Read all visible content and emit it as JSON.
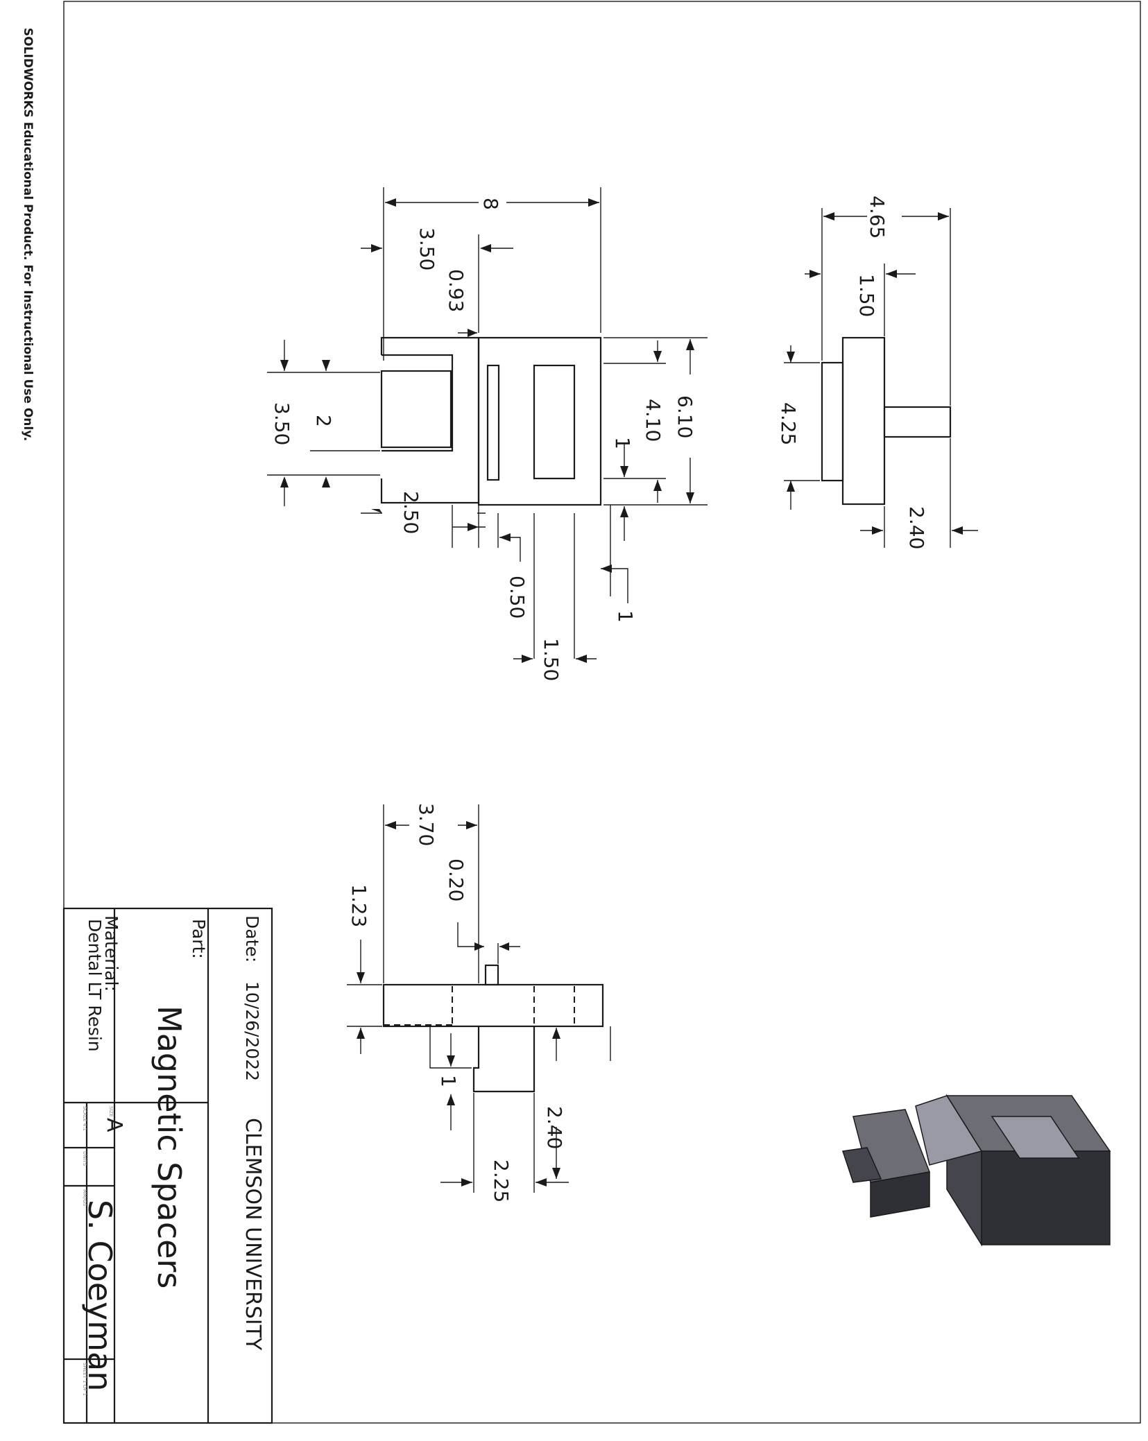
{
  "watermark": "SOLIDWORKS Educational Product. For Instructional Use Only.",
  "title_block": {
    "date_label": "Date:",
    "date_value": "10/26/2022",
    "company": "CLEMSON UNIVERSITY",
    "part_label": "Part:",
    "part_name": "Magnetic Spacers",
    "material_label": "Material:",
    "material_value": "Dental LT Resin",
    "size_label": "SIZE",
    "size_value": "A",
    "scale_label": "SCALE 4:1",
    "units_label": "UNITS",
    "units_value": "MM/GS",
    "sheet_label": "SHEET 1 OF 1",
    "author": "S. Coeyman"
  },
  "front_view_dims": {
    "d8": "8",
    "d350_top": "3.50",
    "d093": "0.93",
    "d610": "6.10",
    "d410": "4.10",
    "d1_right": "1",
    "d2": "2",
    "d350_left": "3.50",
    "d250": "2.50",
    "d050": "0.50",
    "d1_bottom": "1",
    "d150": "1.50"
  },
  "side_view_dims": {
    "d465": "4.65",
    "d150": "1.50",
    "d425": "4.25",
    "d240": "2.40"
  },
  "bottom_view_dims": {
    "d370": "3.70",
    "d020": "0.20",
    "d123": "1.23",
    "d1": "1",
    "d240": "2.40",
    "d225": "2.25"
  },
  "iso_view": {
    "colors": {
      "top": "#6d6d76",
      "side": "#45454d",
      "dark": "#2f2f36",
      "light": "#9a9aa6"
    }
  }
}
